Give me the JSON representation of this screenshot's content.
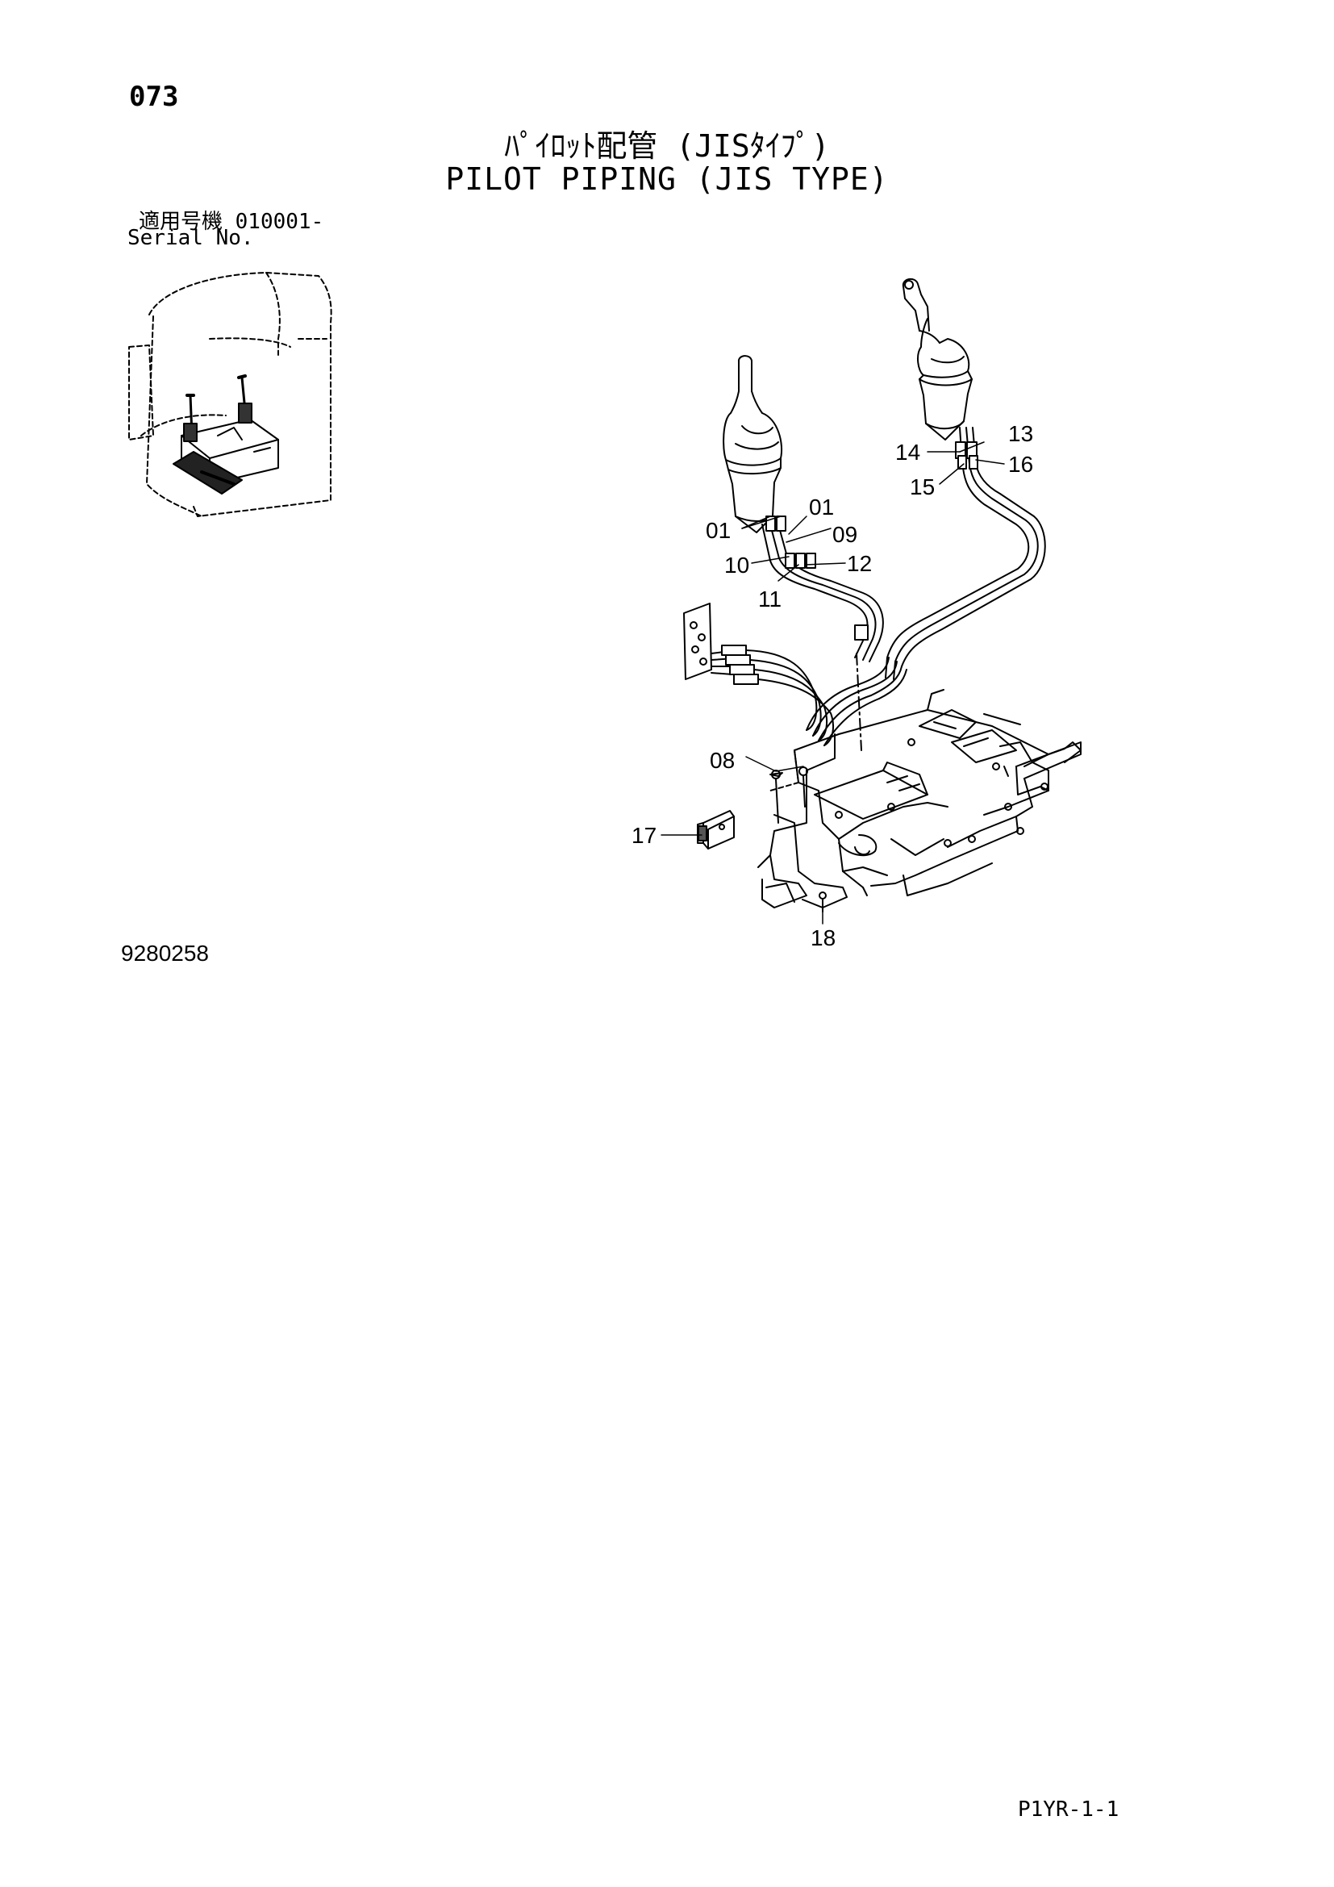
{
  "page": {
    "number": "073",
    "title_jp": "ﾊﾟｲﾛｯﾄ配管 (JISﾀｲﾌﾟ)",
    "title_en": "PILOT PIPING (JIS TYPE)",
    "serial_jp": "適用号機 010001-",
    "serial_en": "Serial No.",
    "figure_number": "9280258",
    "footer_code": "P1YR-1-1"
  },
  "callouts": {
    "c01a": "01",
    "c01b": "01",
    "c08": "08",
    "c09": "09",
    "c10": "10",
    "c11": "11",
    "c12": "12",
    "c13": "13",
    "c14": "14",
    "c15": "15",
    "c16": "16",
    "c17": "17",
    "c18": "18"
  },
  "colors": {
    "line": "#000000",
    "background": "#ffffff"
  }
}
